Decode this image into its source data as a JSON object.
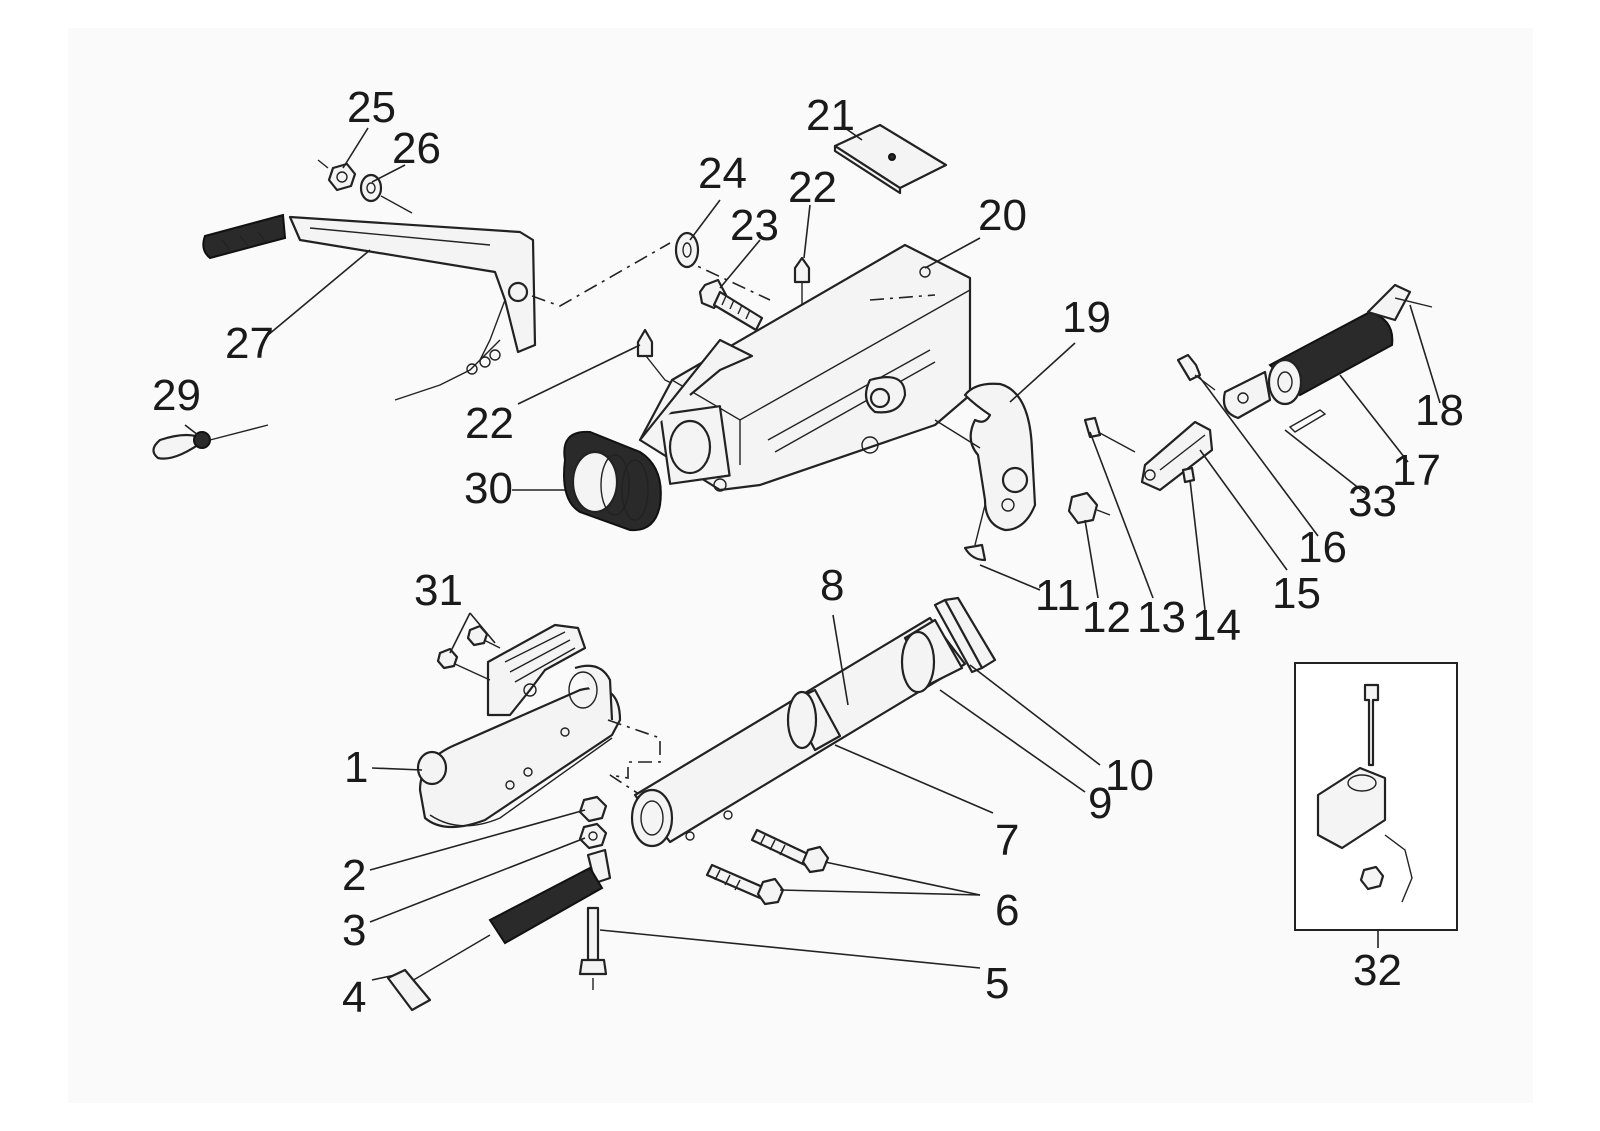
{
  "callouts": [
    {
      "id": "c25",
      "text": "25"
    },
    {
      "id": "c26",
      "text": "26"
    },
    {
      "id": "c21",
      "text": "21"
    },
    {
      "id": "c24",
      "text": "24"
    },
    {
      "id": "c22a",
      "text": "22"
    },
    {
      "id": "c23",
      "text": "23"
    },
    {
      "id": "c20",
      "text": "20"
    },
    {
      "id": "c19",
      "text": "19"
    },
    {
      "id": "c27",
      "text": "27"
    },
    {
      "id": "c18",
      "text": "18"
    },
    {
      "id": "c29",
      "text": "29"
    },
    {
      "id": "c22b",
      "text": "22"
    },
    {
      "id": "c17",
      "text": "17"
    },
    {
      "id": "c33",
      "text": "33"
    },
    {
      "id": "c30",
      "text": "30"
    },
    {
      "id": "c16",
      "text": "16"
    },
    {
      "id": "c8",
      "text": "8"
    },
    {
      "id": "c31",
      "text": "31"
    },
    {
      "id": "c11",
      "text": "11"
    },
    {
      "id": "c12",
      "text": "12"
    },
    {
      "id": "c13",
      "text": "13"
    },
    {
      "id": "c14",
      "text": "14"
    },
    {
      "id": "c15",
      "text": "15"
    },
    {
      "id": "c1",
      "text": "1"
    },
    {
      "id": "c10",
      "text": "10"
    },
    {
      "id": "c9",
      "text": "9"
    },
    {
      "id": "c7",
      "text": "7"
    },
    {
      "id": "c2",
      "text": "2"
    },
    {
      "id": "c6",
      "text": "6"
    },
    {
      "id": "c3",
      "text": "3"
    },
    {
      "id": "c32",
      "text": "32"
    },
    {
      "id": "c5",
      "text": "5"
    },
    {
      "id": "c4",
      "text": "4"
    }
  ],
  "colors": {
    "ink": "#1a1a1a",
    "background": "#ffffff",
    "panel": "#fafafa"
  }
}
